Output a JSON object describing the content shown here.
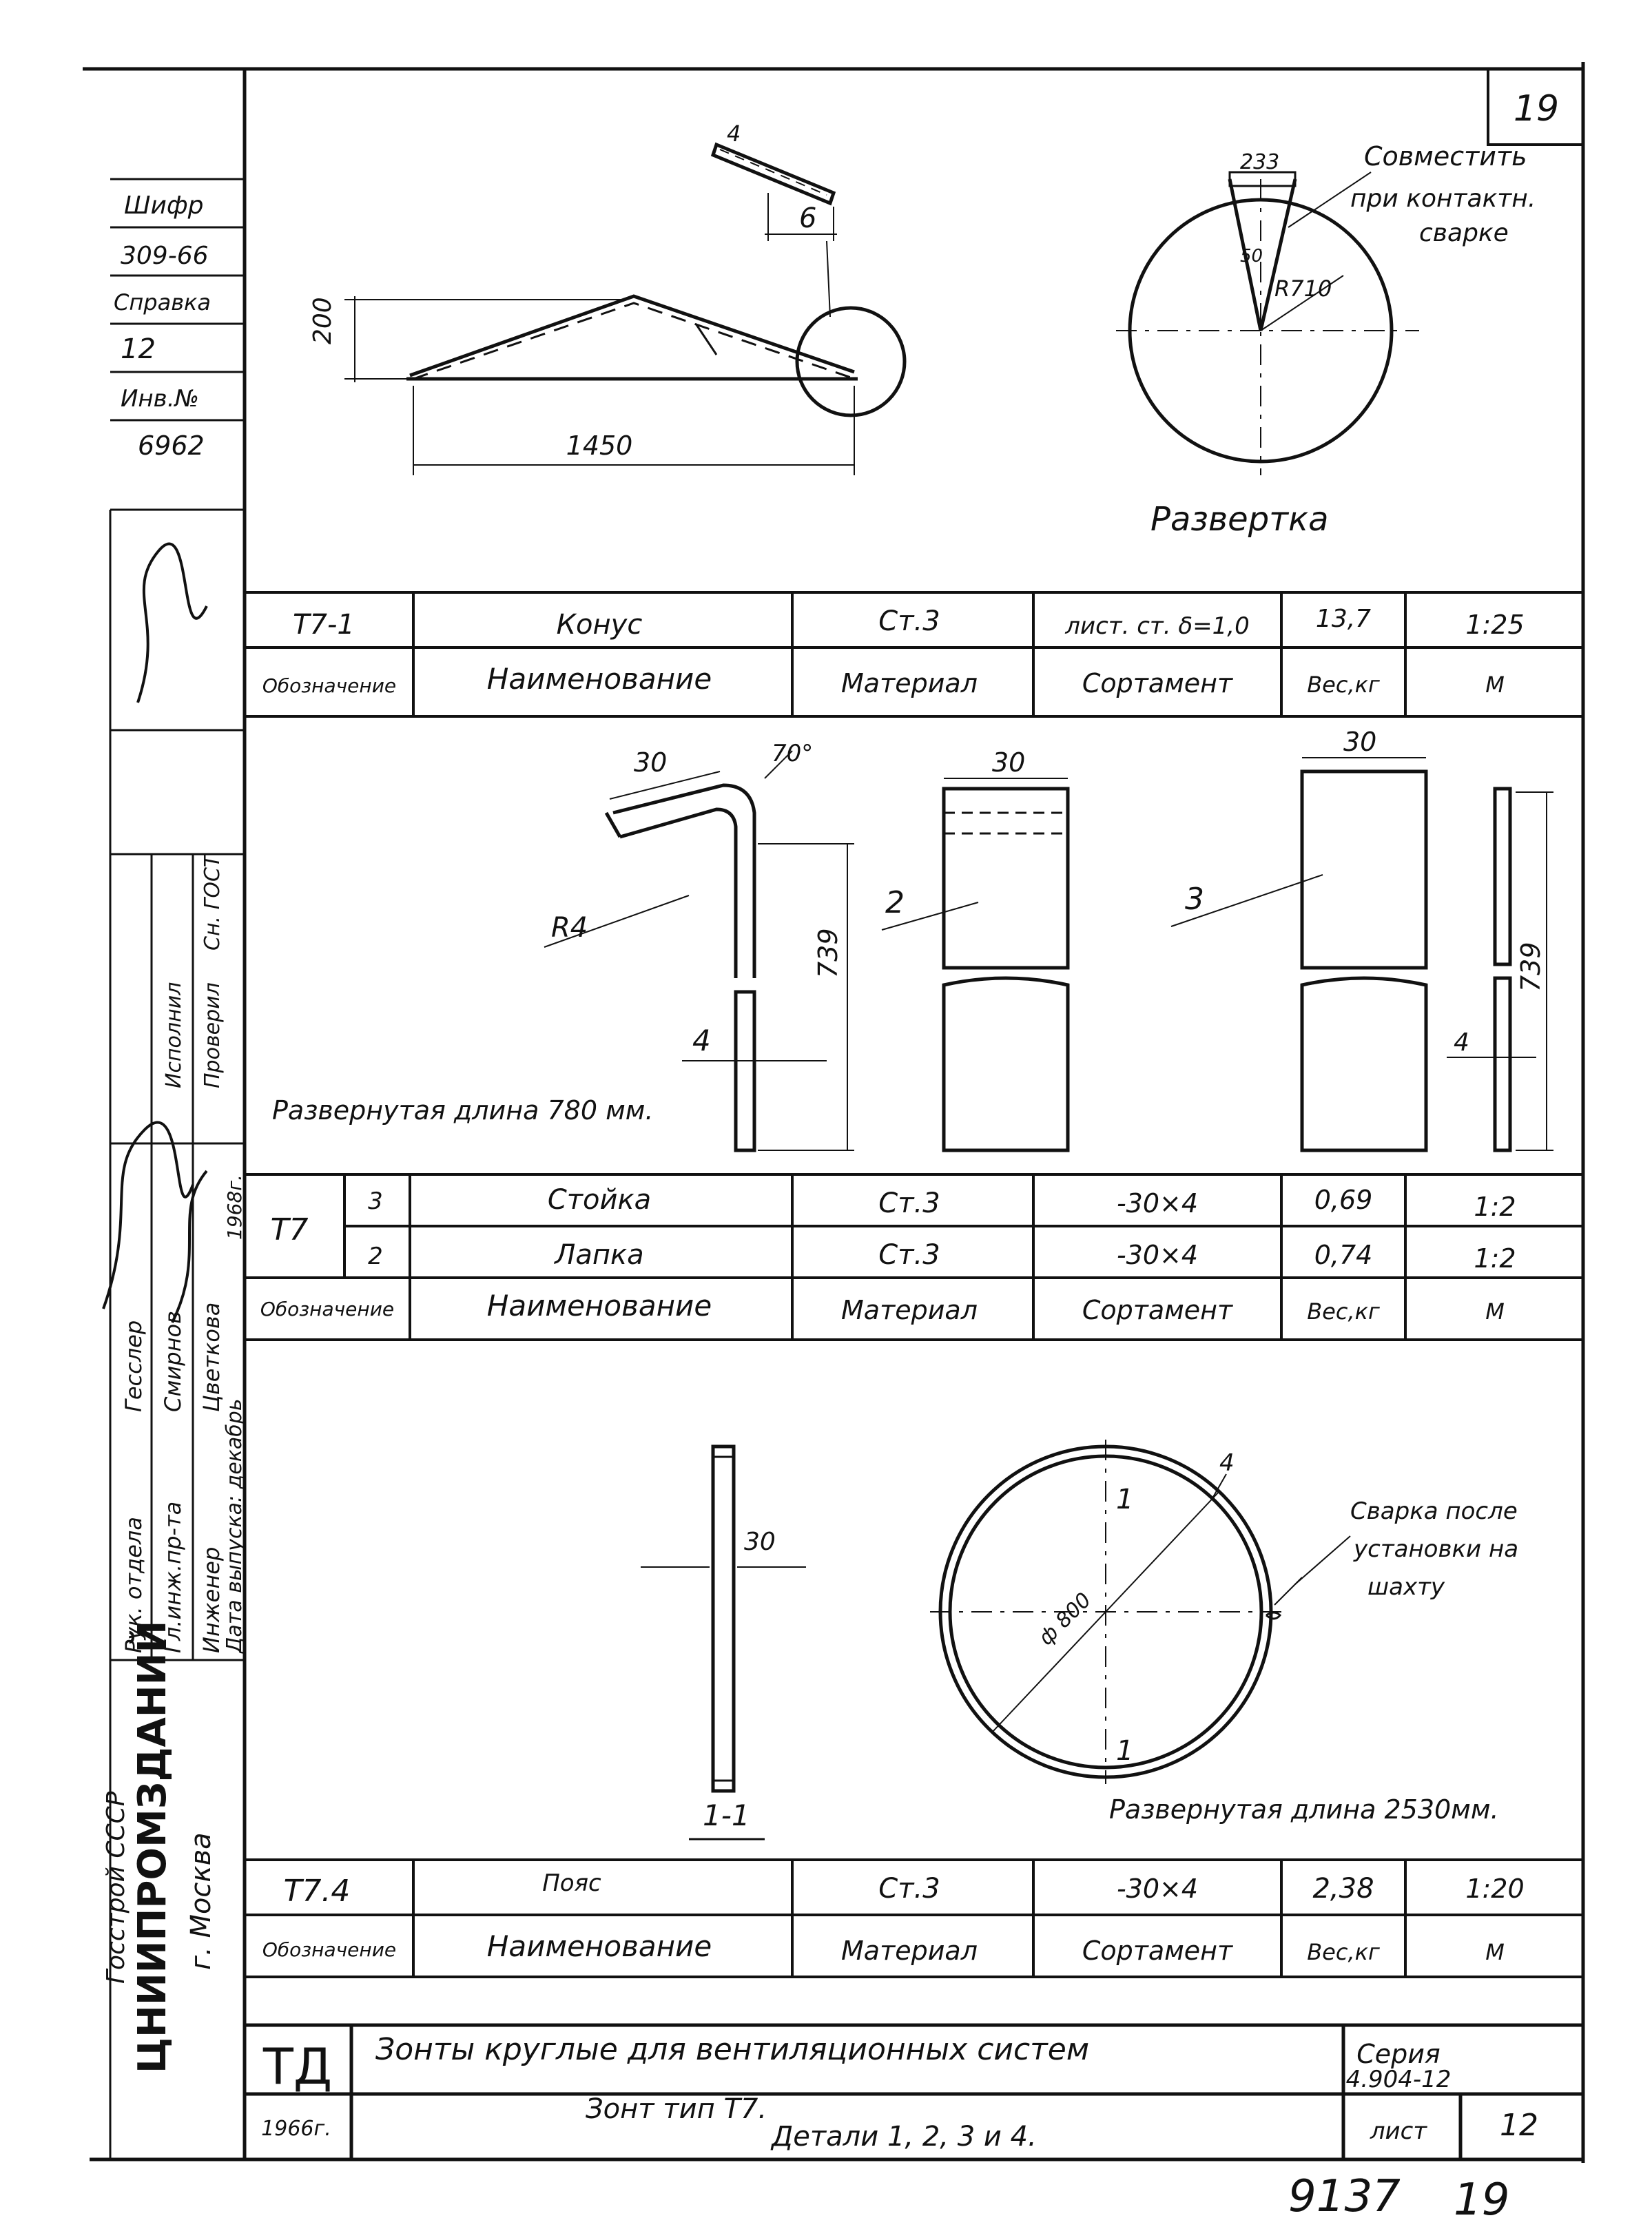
{
  "sheet_corner_number": "19",
  "side_stamp": {
    "top_labels": [
      "Шифр",
      "309-66",
      "Справка",
      "12",
      "Инв.№",
      "6962"
    ],
    "roles": [
      "Рук. отдела",
      "Гл.инж.пр-та",
      "Инженер",
      "Дата выпуска: декабрь"
    ],
    "names": [
      "Гесслер",
      "Смирнов",
      "Цветкова",
      "1968г."
    ],
    "extra_cols": [
      "Исполнил",
      "Проверил",
      "Сн. ГОСТ"
    ],
    "org": [
      "Госстрой СССР",
      "ЦНИИПРОМЗДАНИЙ",
      "г. Москва"
    ]
  },
  "part1": {
    "dim_height": "200",
    "dim_length": "1450",
    "dim_detail": "6",
    "dim_detail_small": "4",
    "dev_caption": "Развертка",
    "dev_dim_top": "233",
    "dev_dim_small": "50",
    "dev_radius": "R710",
    "note": [
      "Совместить",
      "при контактн.",
      "сварке"
    ]
  },
  "table1": {
    "row": [
      "Т7-1",
      "Конус",
      "Ст.3",
      "лист. ст. δ=1,0",
      "13,7",
      "1:25"
    ],
    "header": [
      "Обозначение",
      "Наименование",
      "Материал",
      "Сортамент",
      "Вес,кг",
      "М"
    ]
  },
  "part2": {
    "dim_30a": "30",
    "dim_angle": "70°",
    "dim_r4": "R4",
    "dim_739a": "739",
    "dim_4a": "4",
    "dim_30b": "30",
    "dim_30c": "30",
    "label_2": "2",
    "label_3": "3",
    "dim_739b": "739",
    "dim_4b": "4",
    "note": "Развернутая длина 780 мм."
  },
  "table2": {
    "code": "Т7",
    "rows": [
      [
        "3",
        "Стойка",
        "Ст.3",
        "-30×4",
        "0,69",
        "1:2"
      ],
      [
        "2",
        "Лапка",
        "Ст.3",
        "-30×4",
        "0,74",
        "1:2"
      ]
    ],
    "header": [
      "Обозначение",
      "Наименование",
      "Материал",
      "Сортамент",
      "Вес,кг",
      "М"
    ]
  },
  "part4": {
    "dim_30": "30",
    "section": "1-1",
    "dim_4": "4",
    "mark_1a": "1",
    "mark_1b": "1",
    "dim_diam": "ф 800",
    "note": [
      "Сварка после",
      "установки на",
      "шахту"
    ],
    "dev_note": "Развернутая длина 2530мм."
  },
  "table3": {
    "row": [
      "Т7.4",
      "Пояс",
      "Ст.3",
      "-30×4",
      "2,38",
      "1:20"
    ],
    "header": [
      "Обозначение",
      "Наименование",
      "Материал",
      "Сортамент",
      "Вес,кг",
      "М"
    ]
  },
  "titleblock": {
    "logo": "ТД",
    "title": "Зонты круглые для вентиляционных систем",
    "series_label": "Серия",
    "series_value": "4.904-12",
    "year": "1966г.",
    "subtitle_1": "Зонт тип Т7.",
    "subtitle_2": "Детали 1, 2, 3 и 4.",
    "sheet_label": "лист",
    "sheet_value": "12"
  },
  "footer": {
    "inv": "9137",
    "page": "19"
  }
}
